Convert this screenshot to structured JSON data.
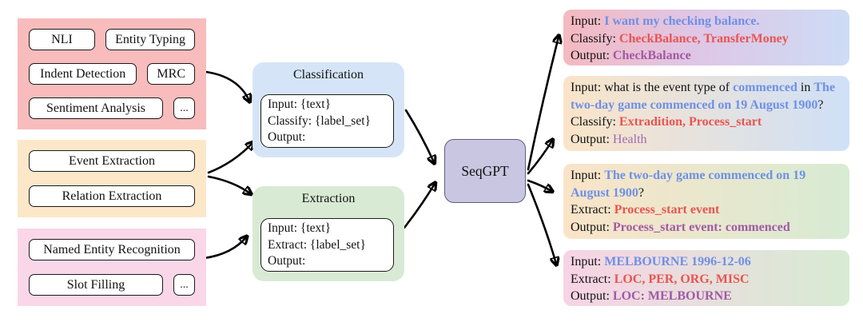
{
  "model": {
    "label": "SeqGPT",
    "fill": "#c9c6e1",
    "border": "#5f5d82"
  },
  "colors": {
    "black": "#111111",
    "blue": "#6e90e7",
    "red": "#ea5450",
    "purple": "#a159a6",
    "purple_light": "#9e6bb0"
  },
  "task_groups": [
    {
      "name": "classification-tasks",
      "bg": "#f8bcbc",
      "rows": [
        [
          "NLI",
          "Entity Typing"
        ],
        [
          "Indent Detection",
          "MRC"
        ],
        [
          "Sentiment Analysis",
          "..."
        ]
      ]
    },
    {
      "name": "hybrid-tasks",
      "bg": "#fde7c9",
      "rows": [
        [
          "Event Extraction"
        ],
        [
          "Relation Extraction"
        ]
      ]
    },
    {
      "name": "extraction-tasks",
      "bg": "#f9d7e8",
      "rows": [
        [
          "Named Entity Recognition"
        ],
        [
          "Slot Filling",
          "..."
        ]
      ]
    }
  ],
  "prompt_templates": [
    {
      "title": "Classification",
      "bg": "#d5e5f7",
      "lines": [
        "Input: {text}",
        "Classify: {label_set}",
        "Output:"
      ]
    },
    {
      "title": "Extraction",
      "bg": "#d8ead4",
      "lines": [
        "Input: {text}",
        "Extract: {label_set}",
        "Output:"
      ]
    }
  ],
  "examples": [
    {
      "gradient": [
        "#f5b9c0",
        "#dfc6e6",
        "#cddcf5"
      ],
      "lines": [
        [
          {
            "t": "Input: ",
            "c": "black",
            "b": false
          },
          {
            "t": "I want my checking balance.",
            "c": "blue",
            "b": true
          }
        ],
        [
          {
            "t": "Classify: ",
            "c": "black",
            "b": false
          },
          {
            "t": "CheckBalance, TransferMoney",
            "c": "red",
            "b": true
          }
        ],
        [
          {
            "t": "Output: ",
            "c": "black",
            "b": false
          },
          {
            "t": "CheckBalance",
            "c": "purple",
            "b": true
          }
        ]
      ]
    },
    {
      "gradient": [
        "#fae4c8",
        "#cfe0f7"
      ],
      "lines": [
        [
          {
            "t": "Input: what is the event type of ",
            "c": "black",
            "b": false
          },
          {
            "t": "commenced",
            "c": "blue",
            "b": true
          },
          {
            "t": " in ",
            "c": "black",
            "b": false
          },
          {
            "t": "The",
            "c": "blue",
            "b": true
          }
        ],
        [
          {
            "t": "two-day game commenced on 19 August 1900",
            "c": "blue",
            "b": true
          },
          {
            "t": "?",
            "c": "black",
            "b": false
          }
        ],
        [
          {
            "t": "Classify: ",
            "c": "black",
            "b": false
          },
          {
            "t": "Extradition, Process_start",
            "c": "red",
            "b": true
          }
        ],
        [
          {
            "t": "Output: ",
            "c": "black",
            "b": false
          },
          {
            "t": "Health",
            "c": "purple_light",
            "b": false
          }
        ]
      ]
    },
    {
      "gradient": [
        "#fae4c8",
        "#d7ebd3"
      ],
      "lines": [
        [
          {
            "t": "Input: ",
            "c": "black",
            "b": false
          },
          {
            "t": "The two-day game commenced on 19",
            "c": "blue",
            "b": true
          }
        ],
        [
          {
            "t": "August 1900",
            "c": "blue",
            "b": true
          },
          {
            "t": "?",
            "c": "black",
            "b": false
          }
        ],
        [
          {
            "t": "Extract: ",
            "c": "black",
            "b": false
          },
          {
            "t": "Process_start event",
            "c": "red",
            "b": true
          }
        ],
        [
          {
            "t": "Output: ",
            "c": "black",
            "b": false
          },
          {
            "t": "Process_start event: commenced",
            "c": "purple",
            "b": true
          }
        ]
      ]
    },
    {
      "gradient": [
        "#f7d3e5",
        "#d7ebd3"
      ],
      "lines": [
        [
          {
            "t": "Input: ",
            "c": "black",
            "b": false
          },
          {
            "t": "MELBOURNE 1996-12-06",
            "c": "blue",
            "b": true
          }
        ],
        [
          {
            "t": "Extract: ",
            "c": "black",
            "b": false
          },
          {
            "t": "LOC, PER, ORG, MISC",
            "c": "red",
            "b": true
          }
        ],
        [
          {
            "t": "Output: ",
            "c": "black",
            "b": false
          },
          {
            "t": "LOC: MELBOURNE",
            "c": "purple",
            "b": true
          }
        ]
      ]
    }
  ]
}
